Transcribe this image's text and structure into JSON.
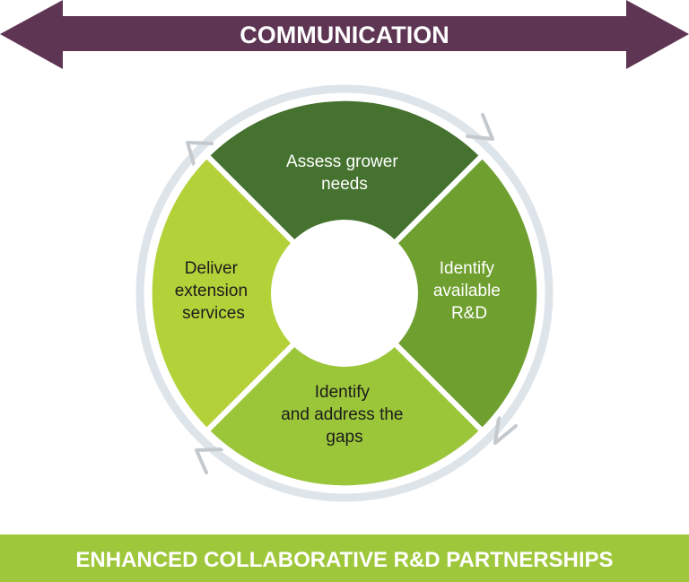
{
  "top_arrow": {
    "label": "COMMUNICATION",
    "color": "#5e3553"
  },
  "cycle": {
    "segments": [
      {
        "id": "assess",
        "lines": [
          "Assess grower",
          "needs"
        ],
        "color": "#46722f",
        "text_color": "#ffffff"
      },
      {
        "id": "identify-rd",
        "lines": [
          "Identify",
          "available",
          "R&D"
        ],
        "color": "#6f9f2f",
        "text_color": "#ffffff"
      },
      {
        "id": "address-gaps",
        "lines": [
          "Identify",
          "and address the",
          "gaps"
        ],
        "color": "#9cc63a",
        "text_color": "#1c1c1c"
      },
      {
        "id": "deliver",
        "lines": [
          "Deliver",
          "extension",
          "services"
        ],
        "color": "#b3d23a",
        "text_color": "#1c1c1c"
      }
    ],
    "ring_color": "#dde4ea",
    "arrow_color": "#c4c9cd"
  },
  "bottom_banner": {
    "label": "ENHANCED COLLABORATIVE R&D PARTNERSHIPS",
    "color": "#9fc73b"
  }
}
